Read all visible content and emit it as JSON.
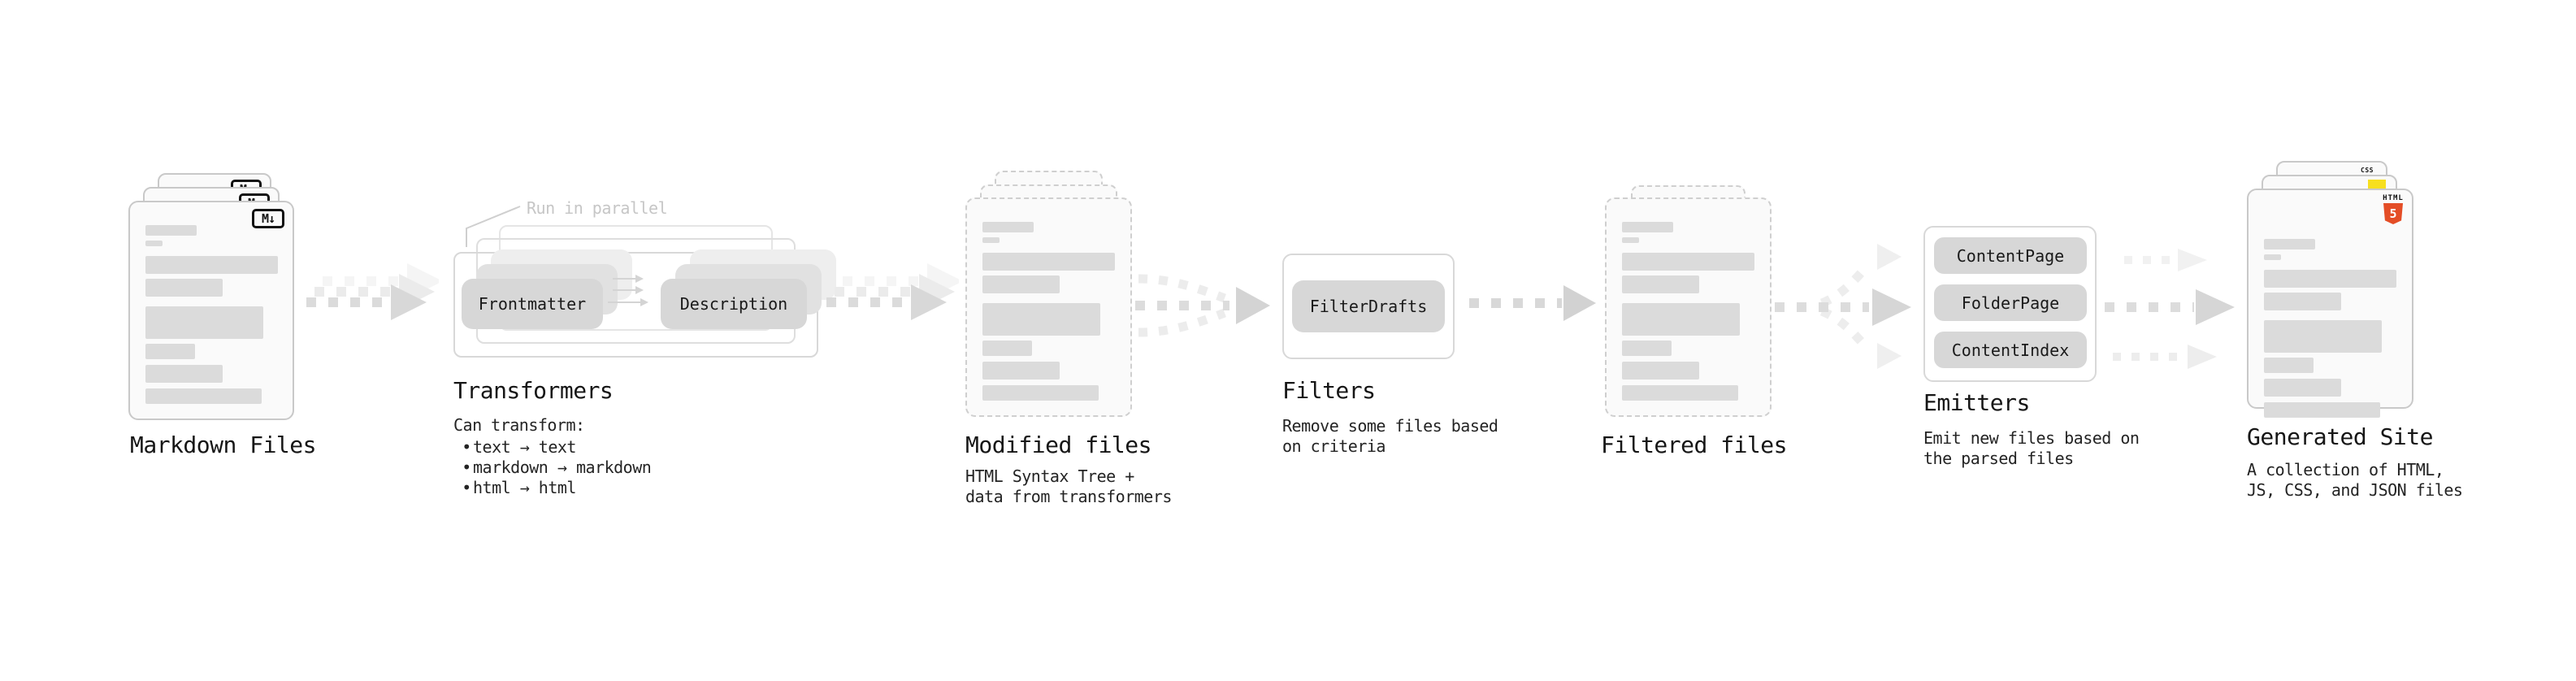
{
  "pipeline": {
    "markdown_files": {
      "label": "Markdown Files",
      "badge_text": "M↓"
    },
    "transformers": {
      "title": "Transformers",
      "annotation": "Run in parallel",
      "buttons": [
        "Frontmatter",
        "Description"
      ],
      "body_heading": "Can transform:",
      "bullet_glyph": "•",
      "bullets": [
        "text → text",
        "markdown → markdown",
        "html → html"
      ]
    },
    "modified_files": {
      "label": "Modified files",
      "description": [
        "HTML Syntax Tree +",
        "data from transformers"
      ]
    },
    "filters": {
      "title": "Filters",
      "buttons": [
        "FilterDrafts"
      ],
      "description": [
        "Remove some files based",
        "on criteria"
      ]
    },
    "filtered_files": {
      "label": "Filtered files"
    },
    "emitters": {
      "title": "Emitters",
      "buttons": [
        "ContentPage",
        "FolderPage",
        "ContentIndex"
      ],
      "description": [
        "Emit new files based on",
        "the parsed files"
      ]
    },
    "generated_site": {
      "label": "Generated Site",
      "description": [
        "A collection of HTML,",
        "JS, CSS, and JSON files"
      ],
      "html_badge_word": "HTML",
      "html_badge_number": "5",
      "css_badge_word": "CSS"
    }
  },
  "colors": {
    "html5_orange": "#e44d26",
    "js_yellow": "#f7df1e",
    "css_blue": "#2d6cf6",
    "doc_fill": "#fafafa",
    "doc_border": "#c9c9c9",
    "bar_gray": "#dbdbdb",
    "chip_gray": "#d7d7d7",
    "annotation_gray": "#c6c6c6"
  }
}
